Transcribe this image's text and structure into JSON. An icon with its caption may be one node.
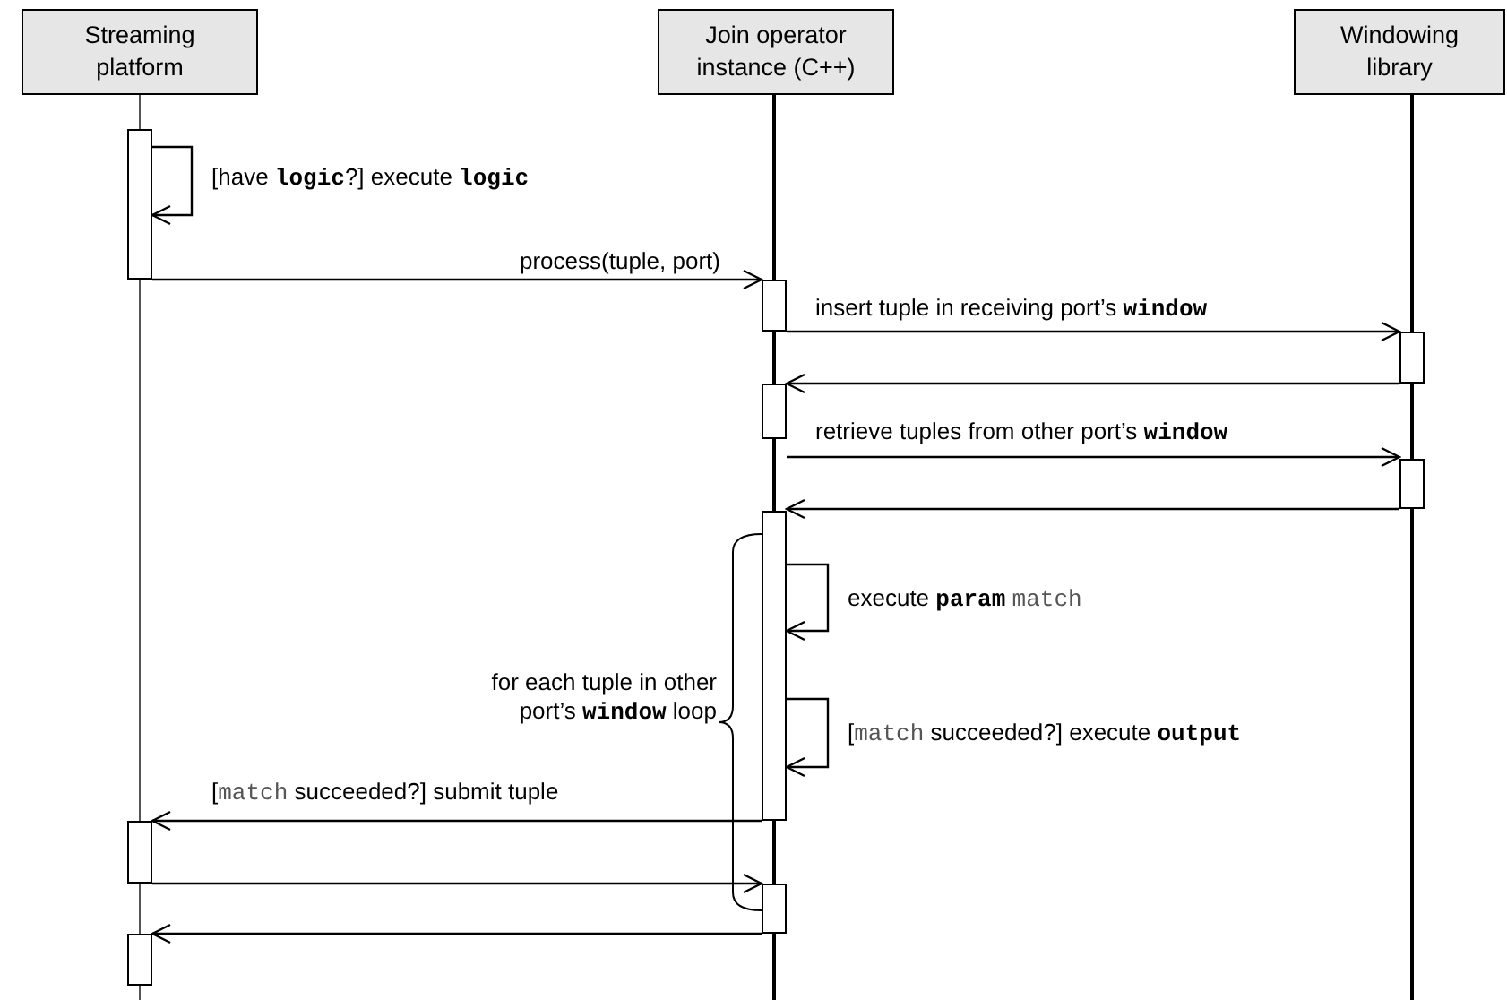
{
  "diagram": {
    "nodes": [
      {
        "text": [
          "Streaming platform"
        ]
      },
      {
        "text": [
          "Join operator instance (C++)"
        ]
      },
      {
        "text": [
          "Windowing library"
        ]
      },
      {
        "text": [],
        "shape": "bar"
      },
      {
        "text": [],
        "shape": "bar"
      },
      {
        "text": [],
        "shape": "bar"
      },
      {
        "text": [],
        "shape": "bar"
      },
      {
        "text": [],
        "shape": "bar"
      },
      {
        "text": [],
        "shape": "bar"
      },
      {
        "text": [],
        "shape": "bar"
      },
      {
        "text": [],
        "shape": "bar"
      },
      {
        "text": [],
        "shape": "bar"
      }
    ],
    "edges": [
      {
        "from": 3,
        "to": 3,
        "arrow": "to",
        "label": "[have **logic**?] execute **logic**"
      },
      {
        "from": 3,
        "to": 4,
        "arrow": "to",
        "label": "process(tuple, port)"
      },
      {
        "from": 4,
        "to": 5,
        "arrow": "to",
        "label": "insert tuple in receiving port’s **window**"
      },
      {
        "from": 5,
        "to": 6,
        "arrow": "to"
      },
      {
        "from": 6,
        "to": 7,
        "arrow": "to",
        "label": "retrieve tuples from other port’s **window**"
      },
      {
        "from": 7,
        "to": 8,
        "arrow": "to"
      },
      {
        "from": 8,
        "to": 8,
        "arrow": "to",
        "label": "execute **param** *match*"
      },
      {
        "from": 8,
        "to": 8,
        "arrow": "to",
        "label": "[*match* succeeded?] execute **output**"
      },
      {
        "from": 8,
        "to": 9,
        "arrow": "to",
        "label": "[*match* succeeded?] submit tuple"
      },
      {
        "from": 9,
        "to": 10,
        "arrow": "to"
      },
      {
        "from": 10,
        "to": 11,
        "arrow": "to"
      }
    ],
    "labels": [
      "for each tuple in other port’s **window** loop"
    ]
  }
}
